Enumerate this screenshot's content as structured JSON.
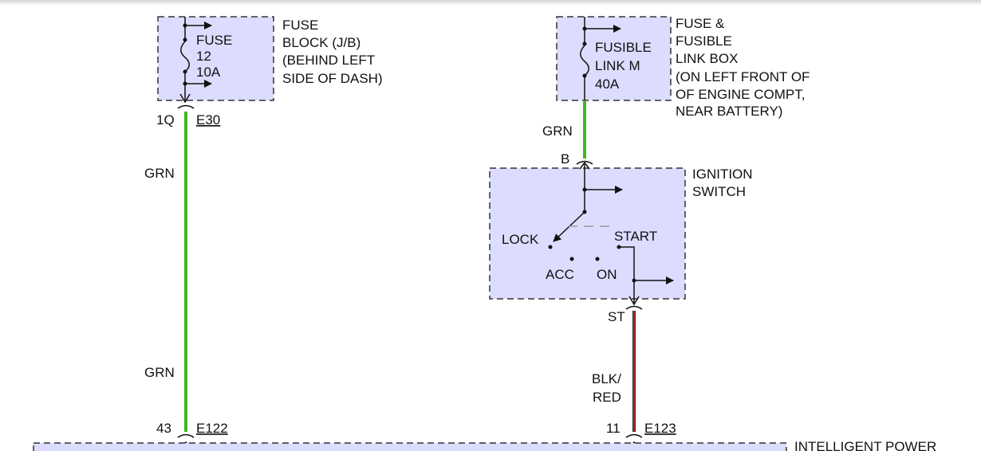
{
  "fuse_block": {
    "fuse_label": "FUSE",
    "fuse_number": "12",
    "fuse_rating": "10A",
    "title_line1": "FUSE",
    "title_line2": "BLOCK (J/B)",
    "title_line3": "(BEHIND LEFT",
    "title_line4": "SIDE OF DASH)",
    "pin": "1Q",
    "connector": "E30"
  },
  "fusible_link_box": {
    "link_label": "FUSIBLE",
    "link_name": "LINK M",
    "link_rating": "40A",
    "title_line1": "FUSE &",
    "title_line2": "FUSIBLE",
    "title_line3": "LINK BOX",
    "title_line4": "(ON LEFT FRONT OF",
    "title_line5": "OF ENGINE COMPT,",
    "title_line6": "NEAR BATTERY)"
  },
  "ignition_switch": {
    "title_line1": "IGNITION",
    "title_line2": "SWITCH",
    "input_pin": "B",
    "output_pin": "ST",
    "positions": {
      "lock": "LOCK",
      "acc": "ACC",
      "on": "ON",
      "start": "START"
    }
  },
  "wires": {
    "left_upper_color": "GRN",
    "left_lower_color": "GRN",
    "right_upper_color": "GRN",
    "right_lower_color_line1": "BLK/",
    "right_lower_color_line2": "RED"
  },
  "bottom_connectors": {
    "left_pin": "43",
    "left_connector": "E122",
    "right_pin": "11",
    "right_connector": "E123"
  },
  "bottom_module": {
    "title": "INTELLIGENT POWER"
  },
  "colors": {
    "box_fill": "#dcdcff",
    "wire_green": "#3cb820",
    "wire_black": "#2a2a2a",
    "wire_red": "#d23030",
    "switch_dash": "#9a9a9a"
  }
}
